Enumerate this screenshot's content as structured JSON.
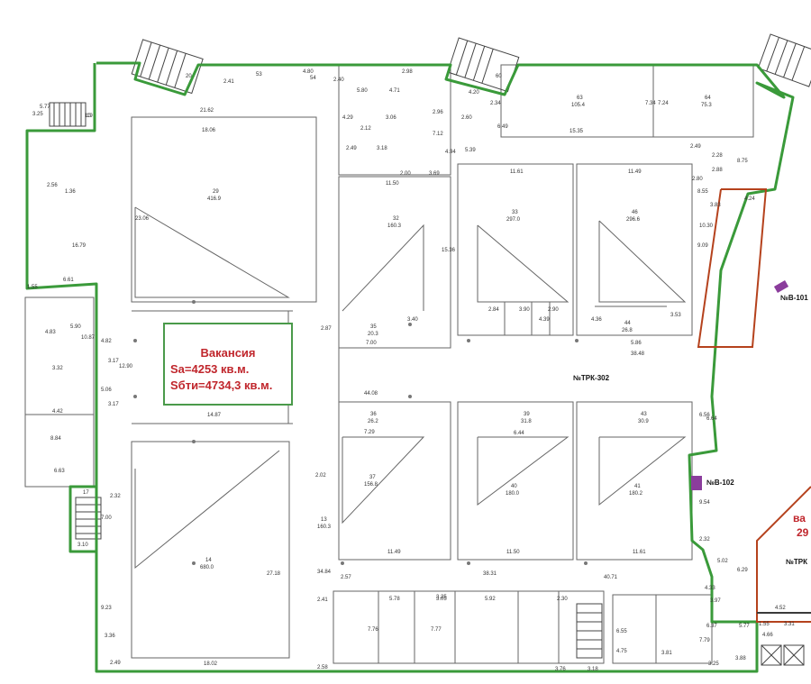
{
  "vacancy": {
    "title": "Вакансия",
    "sa": "Sa=4253 кв.м.",
    "sbti": "Sбти=4734,3 кв.м."
  },
  "tags": {
    "trk_302": "№ТРК-302",
    "b_101": "№В-101",
    "b_102": "№В-102",
    "trk_partial": "№ТРК",
    "right_vacancy_partial": "ва",
    "right_vacancy_number_partial": "29"
  },
  "colors": {
    "rented_outline": "#3a9a3a",
    "tenant_outline": "#b5421d",
    "walls": "#555555",
    "accent_text": "#c0262c",
    "marker": "#8b3d9c"
  },
  "rooms": [
    {
      "id": "29",
      "area": "416.9"
    },
    {
      "id": "32",
      "area": "160.3"
    },
    {
      "id": "33",
      "area": "297.0"
    },
    {
      "id": "46",
      "area": "296.6"
    },
    {
      "id": "14",
      "area": "680.0"
    },
    {
      "id": "37",
      "area": "156.8"
    },
    {
      "id": "40",
      "area": "180.0"
    },
    {
      "id": "41",
      "area": "180.2"
    },
    {
      "id": "13",
      "area": "160.3"
    },
    {
      "id": "35",
      "area": "20.3"
    },
    {
      "id": "36",
      "area": "26.2"
    },
    {
      "id": "39",
      "area": "31.8"
    },
    {
      "id": "43",
      "area": "30.9"
    },
    {
      "id": "44",
      "area": "26.8"
    },
    {
      "id": "63",
      "area": "105.4"
    },
    {
      "id": "64",
      "area": "75.3"
    }
  ],
  "dimensions": [
    "21.62",
    "18.06",
    "11.50",
    "11.61",
    "11.49",
    "15.36",
    "23.06",
    "16.79",
    "6.61",
    "2.56",
    "1.36",
    "44.08",
    "14.87",
    "38.48",
    "2.87",
    "7.00",
    "3.40",
    "5.86",
    "3.53",
    "2.84",
    "3.90",
    "2.90",
    "4.39",
    "4.36",
    "12.90",
    "3.17",
    "4.82",
    "5.06",
    "3.17",
    "8.84",
    "6.63",
    "4.42",
    "3.32",
    "4.83",
    "5.90",
    "10.87",
    "2.32",
    "7.00",
    "3.10",
    "17",
    "10",
    "2.02",
    "34.84",
    "27.18",
    "18.02",
    "3.36",
    "2.49",
    "9.23",
    "6.44",
    "7.29",
    "11.49",
    "11.50",
    "11.61",
    "38.31",
    "40.71",
    "2.57",
    "2.41",
    "3.25",
    "2.58",
    "5.78",
    "3.05",
    "5.92",
    "7.76",
    "7.77",
    "6.55",
    "4.75",
    "3.81",
    "7.79",
    "3.25",
    "3.76",
    "3.18",
    "6.37",
    "3.88",
    "4.66",
    "3.31",
    "2.30",
    "6.56",
    "9.54",
    "9.09",
    "8.55",
    "10.30",
    "3.83",
    "4.24",
    "2.80",
    "2.88",
    "2.28",
    "2.49",
    "6.49",
    "5.39",
    "15.35",
    "7.34",
    "7.24",
    "2.34",
    "4.20",
    "4.71",
    "5.80",
    "2.96",
    "2.60",
    "3.06",
    "2.12",
    "2.49",
    "3.18",
    "3.69",
    "2.00",
    "4.94",
    "7.12",
    "4.29",
    "4.80",
    "2.98",
    "1.55",
    "5.77",
    "3.25",
    "19",
    "2.40",
    "2.41",
    "20",
    "60",
    "53",
    "54",
    "4.33",
    "4.52",
    "2.32",
    "6.29",
    "1.55",
    "3.97",
    "5.02",
    "6.64",
    "5.77",
    "8.75"
  ]
}
